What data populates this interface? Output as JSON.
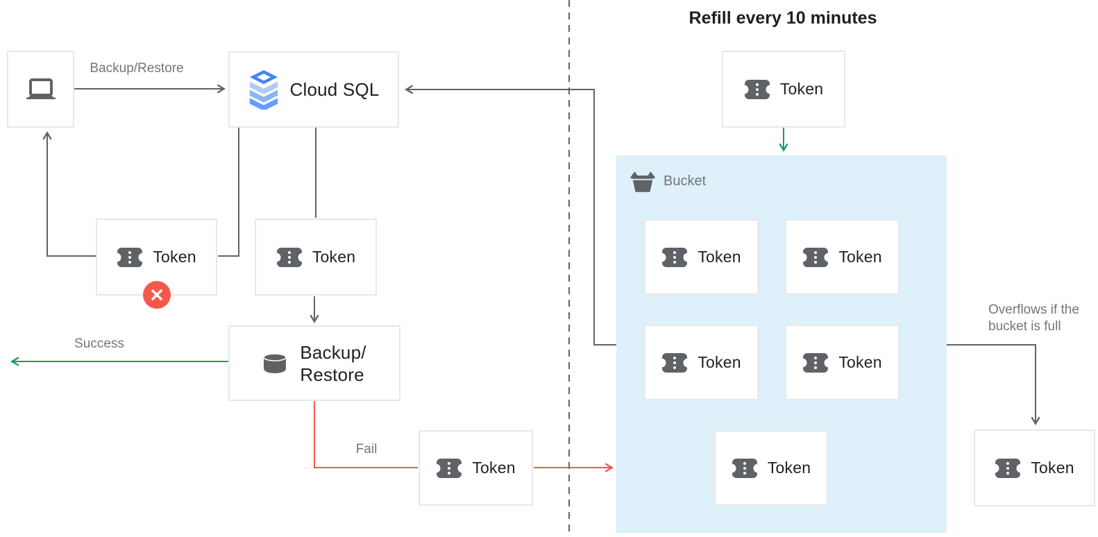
{
  "title": "Refill every 10 minutes",
  "nodes": {
    "client": {
      "icon": "laptop-icon"
    },
    "cloud_sql": {
      "label": "Cloud SQL"
    },
    "backup_restore": {
      "label_lines": [
        "Backup/",
        "Restore"
      ]
    },
    "token_label": "Token",
    "bucket": {
      "label": "Bucket"
    }
  },
  "edges": {
    "client_to_cloud_sql": {
      "label": "Backup/Restore"
    },
    "success": {
      "label": "Success"
    },
    "fail": {
      "label": "Fail"
    },
    "overflow": {
      "label_lines": [
        "Overflows if the",
        "bucket is full"
      ]
    }
  },
  "colors": {
    "line_gray": "#5f6368",
    "success_green": "#149e57",
    "fail_red": "#f4584c",
    "bucket_fill": "#def0fa",
    "node_border": "#e8e8e8",
    "label_gray": "#757575",
    "cloud_sql_blue": "#4285f4"
  }
}
